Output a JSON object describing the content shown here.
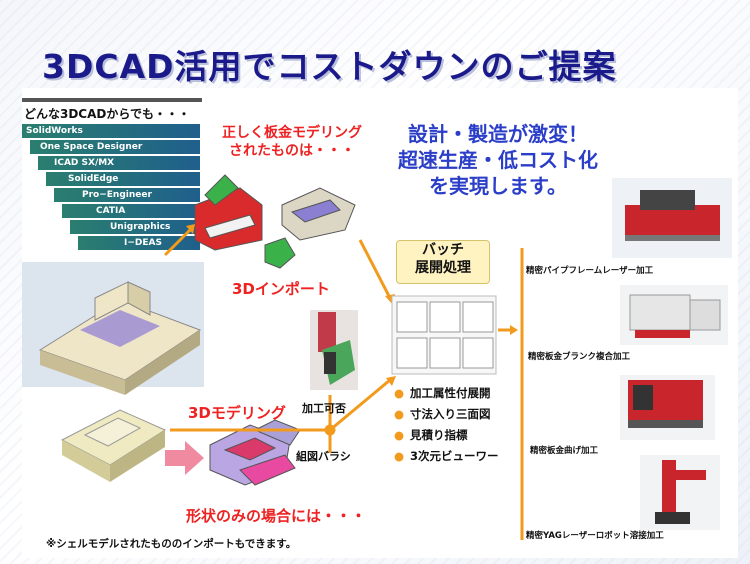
{
  "title": "3DCAD活用でコストダウンのご提案",
  "cad_source": {
    "heading": "どんな3DCADからでも・・・",
    "software": [
      "SolidWorks",
      "One Space Designer",
      "ICAD SX/MX",
      "SolidEdge",
      "Pro−Engineer",
      "CATIA",
      "Unigraphics",
      "I−DEAS"
    ]
  },
  "sheet_metal_heading": [
    "正しく板金モデリング",
    "されたものは・・・"
  ],
  "import_label": "3Dインポート",
  "headline": [
    "設計・製造が激変！",
    "超速生産・低コスト化",
    "を実現します。"
  ],
  "batch_box": [
    "バッチ",
    "展開処理"
  ],
  "modeling_label": "3Dモデリング",
  "machinability_label": "加工可否",
  "assembly_label": "組図バラシ",
  "outputs": [
    "加工属性付展開",
    "寸法入り三面図",
    "見積り指標",
    "3次元ビューワー"
  ],
  "shape_only_label": "形状のみの場合には・・・",
  "footnote": "※シェルモデルされたもののインポートもできます。",
  "machines": [
    "精密パイプフレームレーザー加工",
    "精密板金ブランク複合加工",
    "精密板金曲げ加工",
    "精密YAGレーザーロボット溶接加工"
  ],
  "colors": {
    "arrow": "#f29a1c",
    "title": "#1a1a8a",
    "accent_red": "#e22222",
    "headline_blue": "#2b3ec8"
  }
}
